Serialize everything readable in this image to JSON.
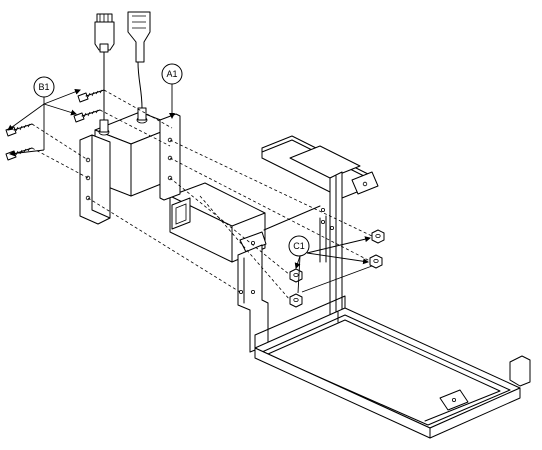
{
  "callouts": {
    "a1": "A1",
    "b1": "B1",
    "c1": "C1"
  },
  "colors": {
    "line": "#000000",
    "background": "#ffffff"
  }
}
